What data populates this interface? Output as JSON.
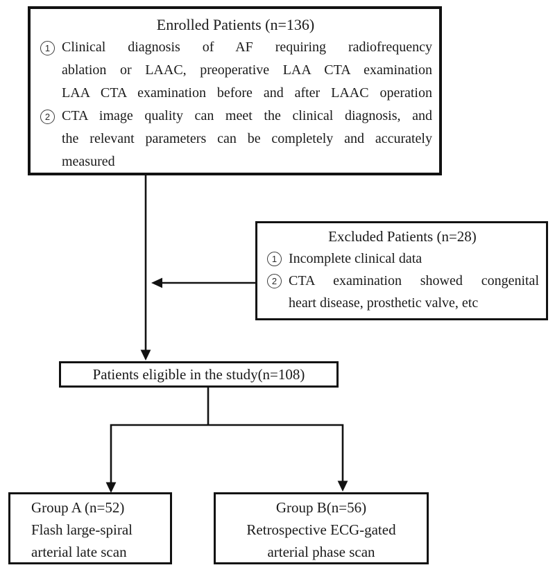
{
  "colors": {
    "line": "#121212",
    "text": "#1a1a1a",
    "background": "#ffffff"
  },
  "enrolled": {
    "title": "Enrolled Patients (n=136)",
    "items": [
      {
        "marker": "1",
        "lines": [
          "Clinical diagnosis of AF requiring radiofrequency",
          "ablation or LAAC, preoperative LAA CTA examination",
          "LAA CTA examination before and after LAAC operation"
        ]
      },
      {
        "marker": "2",
        "lines": [
          "CTA image quality can meet the clinical diagnosis, and",
          "the relevant parameters can be completely and accurately",
          "measured"
        ]
      }
    ]
  },
  "excluded": {
    "title": "Excluded Patients (n=28)",
    "items": [
      {
        "marker": "1",
        "lines": [
          "Incomplete clinical data"
        ]
      },
      {
        "marker": "2",
        "lines": [
          "CTA examination showed congenital",
          "heart disease, prosthetic valve, etc"
        ]
      }
    ]
  },
  "eligible": {
    "label": "Patients eligible in the study(n=108)"
  },
  "group_a": {
    "lines": [
      "Group A (n=52)",
      "Flash large-spiral",
      "arterial late scan"
    ]
  },
  "group_b": {
    "lines": [
      "Group B(n=56)",
      "Retrospective ECG-gated",
      "arterial phase scan"
    ]
  }
}
